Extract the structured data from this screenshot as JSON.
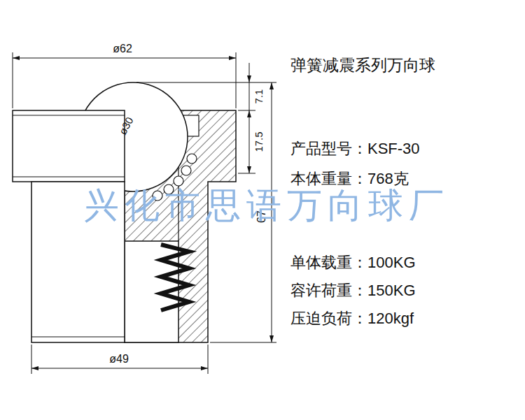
{
  "diagram": {
    "title": "弹簧减震系列万向球",
    "labels": [
      "ø62",
      "ø30",
      "7.1",
      "17.5",
      "67",
      "ø49",
      "产品型号：KSF-30",
      "本体重量：768克",
      "单体载重：100KG",
      "容许荷重：150KG",
      "压迫负荷：120kgf",
      "兴化市思语万向球厂"
    ]
  }
}
